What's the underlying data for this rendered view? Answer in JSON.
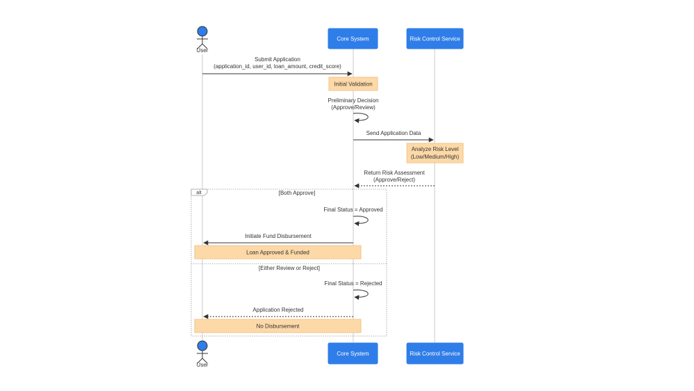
{
  "colors": {
    "actor_fill": "#2f7de8",
    "note_fill": "#fdd9a8",
    "note_border": "#f2c48a",
    "line": "#333333",
    "lifeline": "#c8c8c8",
    "frame": "#9a9a9a"
  },
  "participants": {
    "user": "User",
    "core": "Core System",
    "risk": "Risk Control Service"
  },
  "messages": {
    "submit_line1": "Submit Application",
    "submit_line2": "(application_id, user_id, loan_amount, credit_score)",
    "prelim_line1": "Preliminary Decision",
    "prelim_line2": "(Approve/Review)",
    "send_data": "Send Application Data",
    "return_line1": "Return Risk Assessment",
    "return_line2": "(Approve/Reject)",
    "final_approved": "Final Status = Approved",
    "initiate_fund": "Initiate Fund Disbursement",
    "final_rejected": "Final Status = Rejected",
    "app_rejected": "Application Rejected"
  },
  "notes": {
    "initial_validation": "Initial Validation",
    "analyze_line1": "Analyze Risk Level",
    "analyze_line2": "(Low/Medium/High)",
    "loan_funded": "Loan Approved & Funded",
    "no_disbursement": "No Disbursement"
  },
  "frame": {
    "label": "alt",
    "guard1": "[Both Approve]",
    "guard2": "[Either Review or Reject]"
  }
}
